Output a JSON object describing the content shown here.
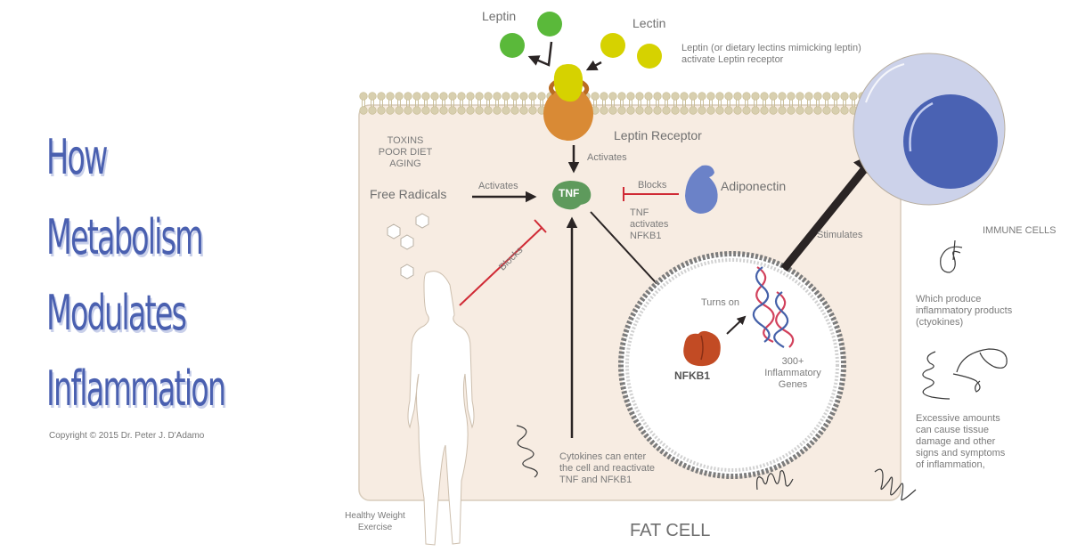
{
  "title": {
    "lines": [
      "How",
      "Metabolism",
      "Modulates",
      "Inflammation"
    ],
    "copyright": "Copyright © 2015 Dr. Peter J. D'Adamo"
  },
  "colors": {
    "title_blue": "#4a60b0",
    "cell_fill": "#f7ece2",
    "membrane": "#d8cfaf",
    "leptin_green": "#5ab93a",
    "lectin_yellow": "#d6d200",
    "receptor_orange": "#d98a35",
    "tnf_green": "#5e9a5c",
    "adiponectin_blue": "#6b82c8",
    "nfkb1_red": "#c24b24",
    "block_red": "#d02a35",
    "immune_outer": "#ccd2ea",
    "immune_nucleus": "#4a62b3"
  },
  "top": {
    "leptin_label": "Leptin",
    "lectin_label": "Lectin",
    "note": [
      "Leptin (or dietary lectins mimicking leptin)",
      "activate Leptin receptor"
    ]
  },
  "cell": {
    "receptor_label": "Leptin Receptor",
    "activates_receptor": "Activates",
    "stressors": [
      "TOXINS",
      "POOR DIET",
      "AGING"
    ],
    "free_radicals": "Free Radicals",
    "activates_radicals": "Activates",
    "tnf": "TNF",
    "blocks_adipo": "Blocks",
    "adiponectin": "Adiponectin",
    "tnf_activates_nfkb1": [
      "TNF",
      "activates",
      "NFKB1"
    ],
    "blocks_exercise": "Blocks",
    "stimulates": "Stimulates",
    "turns_on": "Turns on",
    "nfkb1": "NFKB1",
    "genes": [
      "300+",
      "Inflammatory",
      "Genes"
    ],
    "cytokines_note": [
      "Cytokines can enter",
      "the cell and reactivate",
      "TNF and NFKB1"
    ],
    "healthy": [
      "Healthy Weight",
      "Exercise"
    ],
    "fat_cell_label": "FAT CELL"
  },
  "right": {
    "immune_cells": "IMMUNE CELLS",
    "produce": [
      "Which produce",
      "inflammatory products",
      "(ctyokines)"
    ],
    "excessive": [
      "Excessive amounts",
      "can cause tissue",
      "damage and other",
      "signs and symptoms",
      "of inflammation,"
    ]
  }
}
